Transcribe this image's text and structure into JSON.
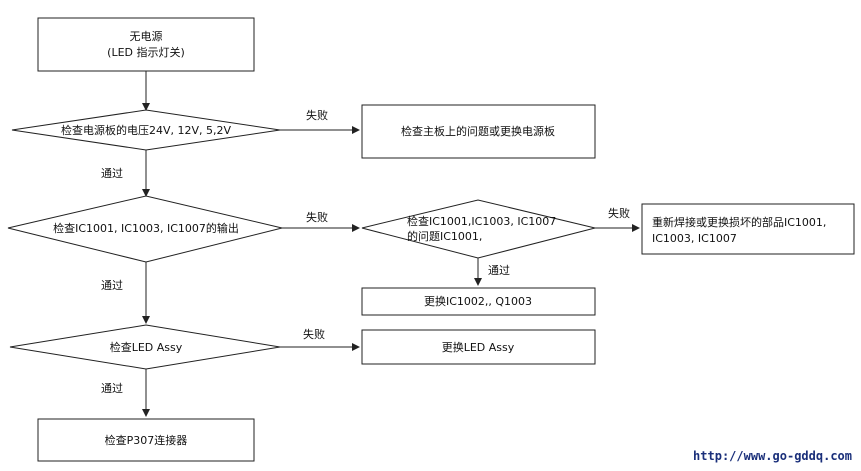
{
  "nodes": {
    "n1": {
      "lines": [
        "无电源",
        "(LED 指示灯关)"
      ]
    },
    "d1": {
      "lines": [
        "检查电源板的电压24V, 12V, 5,2V"
      ]
    },
    "r1": {
      "lines": [
        "检查主板上的问题或更换电源板"
      ]
    },
    "d2": {
      "lines": [
        "检查IC1001, IC1003, IC1007的输出"
      ]
    },
    "d3": {
      "lines": [
        "检查IC1001,IC1003, IC1007",
        "的问题IC1001,"
      ]
    },
    "r3": {
      "lines": [
        "重新焊接或更换损坏的部品IC1001,",
        "IC1003, IC1007"
      ]
    },
    "r4": {
      "lines": [
        "更换IC1002,, Q1003"
      ]
    },
    "d4": {
      "lines": [
        "检查LED Assy"
      ]
    },
    "r5": {
      "lines": [
        "更换LED Assy"
      ]
    },
    "n5": {
      "lines": [
        "检查P307连接器"
      ]
    }
  },
  "edges": {
    "fail": "失败",
    "pass": "通过"
  },
  "watermark": "http://www.go-gddq.com",
  "colors": {
    "stroke": "#222222",
    "watermark": "#1a2f7a"
  }
}
